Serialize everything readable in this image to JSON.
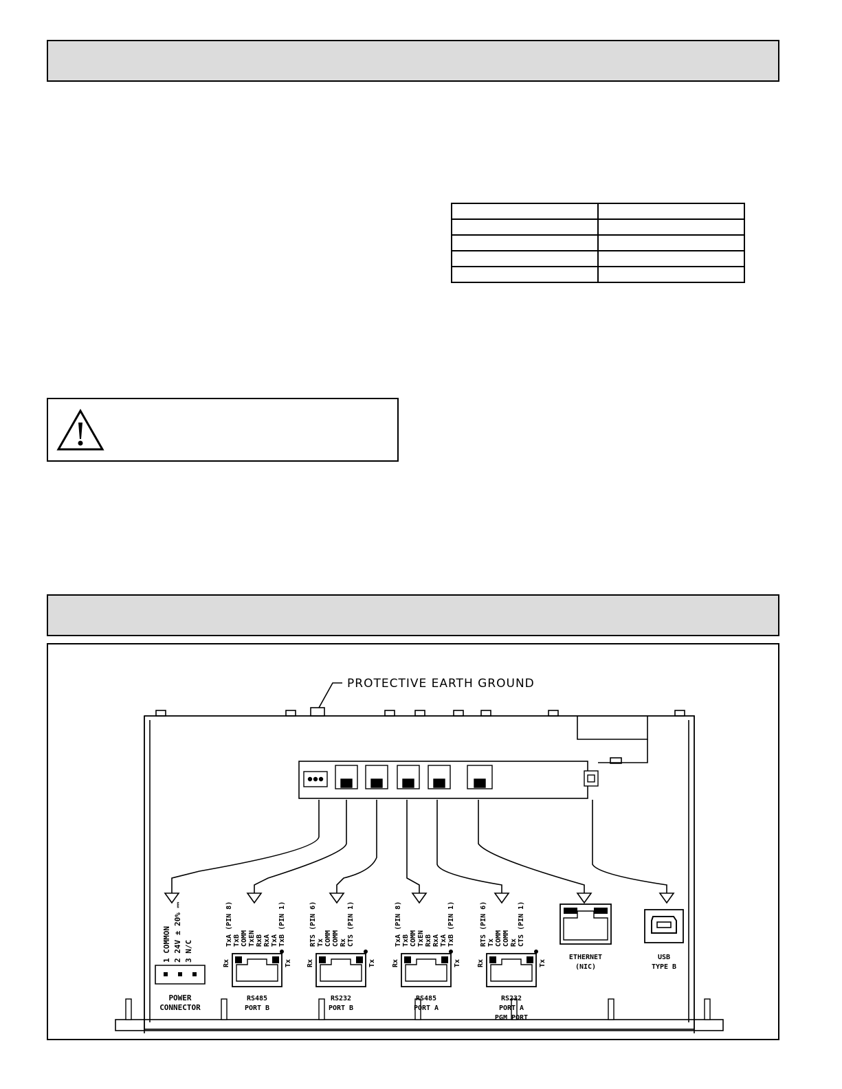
{
  "diagram": {
    "callout": "PROTECTIVE EARTH GROUND",
    "power": {
      "pins": [
        "1  COMMON",
        "2  24V ± 20% ⎓",
        "3  N/C"
      ],
      "label_line1": "POWER",
      "label_line2": "CONNECTOR"
    },
    "rs485b": {
      "pins": [
        "TxA  (PIN 8)",
        "TxB",
        "COMM",
        "TxEN",
        "RxB",
        "RxA",
        "TxA",
        "TxB  (PIN 1)"
      ],
      "rx": "Rx",
      "tx": "Tx",
      "label_line1": "RS485",
      "label_line2": "PORT B"
    },
    "rs232b": {
      "pins": [
        "RTS  (PIN 6)",
        "Tx",
        "COMM",
        "COMM",
        "Rx",
        "CTS  (PIN 1)"
      ],
      "rx": "Rx",
      "tx": "Tx",
      "label_line1": "RS232",
      "label_line2": "PORT B"
    },
    "rs485a": {
      "pins": [
        "TxA  (PIN 8)",
        "TxB",
        "COMM",
        "TxEN",
        "RxB",
        "RxA",
        "TxA",
        "TxB  (PIN 1)"
      ],
      "rx": "Rx",
      "tx": "Tx",
      "label_line1": "RS485",
      "label_line2": "PORT A"
    },
    "rs232a": {
      "pins": [
        "RTS  (PIN 6)",
        "Tx",
        "COMM",
        "COMM",
        "Rx",
        "CTS  (PIN 1)"
      ],
      "rx": "Rx",
      "tx": "Tx",
      "label_line1": "RS232",
      "label_line2": "PORT A",
      "label_line3": "PGM PORT"
    },
    "ethernet": {
      "label_line1": "ETHERNET",
      "label_line2": "(NIC)"
    },
    "usb": {
      "label_line1": "USB",
      "label_line2": "TYPE B"
    }
  }
}
